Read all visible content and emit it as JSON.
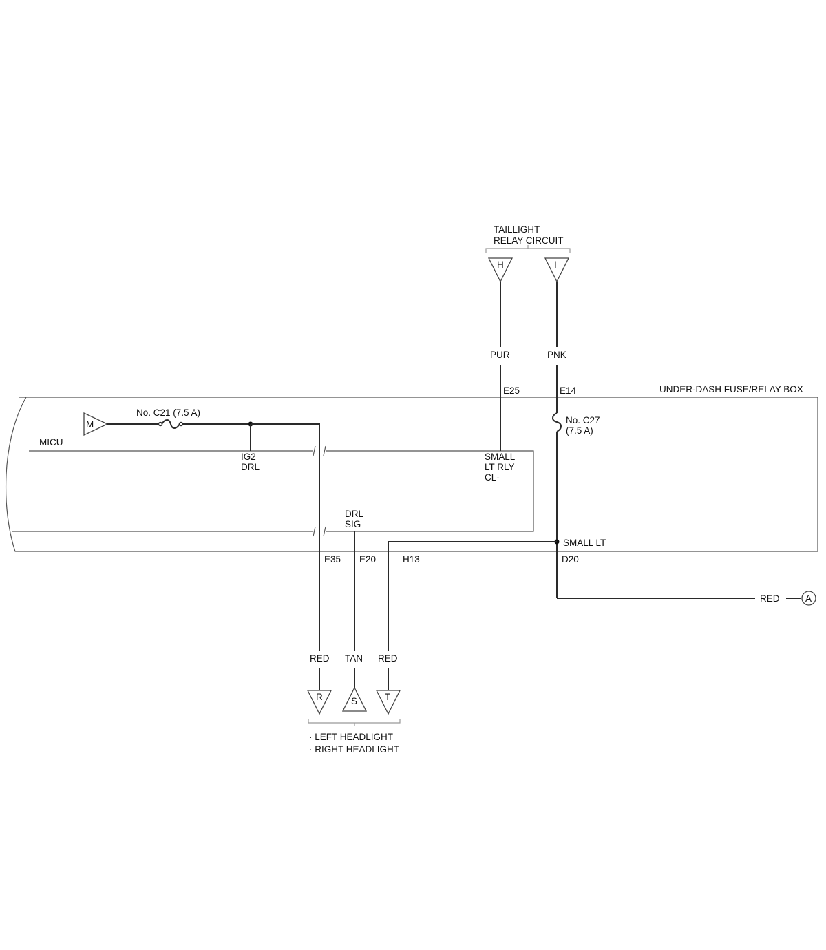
{
  "title_group": {
    "line1": "TAILLIGHT",
    "line2": "RELAY CIRCUIT"
  },
  "box_label": "UNDER-DASH FUSE/RELAY BOX",
  "micu_label": "MICU",
  "fuses": {
    "c21": "No. C21 (7.5 A)",
    "c27_line1": "No. C27",
    "c27_line2": "(7.5 A)"
  },
  "connectors": {
    "M": "M",
    "H": "H",
    "I": "I",
    "R": "R",
    "S": "S",
    "T": "T",
    "A": "A"
  },
  "wires": {
    "pur": "PUR",
    "pnk": "PNK",
    "red_a": "RED",
    "red_r": "RED",
    "tan_s": "TAN",
    "red_t": "RED"
  },
  "terminals": {
    "e25": "E25",
    "e14": "E14",
    "e35": "E35",
    "e20": "E20",
    "h13": "H13",
    "d20": "D20"
  },
  "signals": {
    "ig2_line1": "IG2",
    "ig2_line2": "DRL",
    "small_line1": "SMALL",
    "small_line2": "LT RLY",
    "small_line3": "CL-",
    "drl_line1": "DRL",
    "drl_line2": "SIG",
    "small_lt": "SMALL LT"
  },
  "headlights": {
    "left": "· LEFT HEADLIGHT",
    "right": "· RIGHT HEADLIGHT"
  }
}
